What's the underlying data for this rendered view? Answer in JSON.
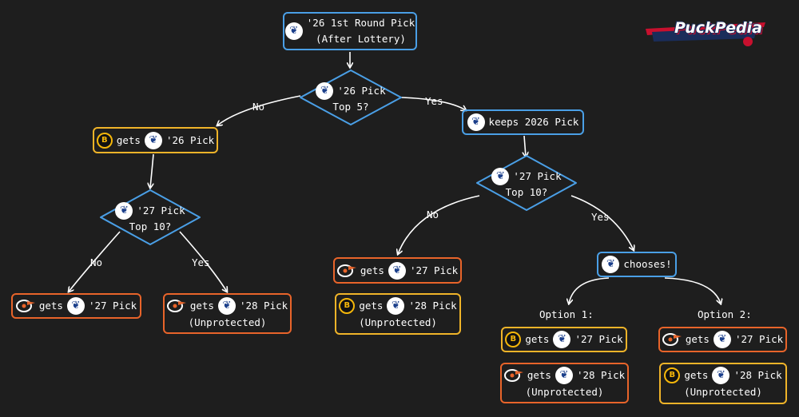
{
  "brand": {
    "name": "PuckPedia"
  },
  "nodes": {
    "root": {
      "line1": "'26 1st Round Pick",
      "line2": "(After Lottery)"
    },
    "q1": {
      "line1": "'26 Pick",
      "line2": "Top 5?"
    },
    "bos26": {
      "team": "gets",
      "pick": "'26 Pick"
    },
    "keep26": {
      "text": "keeps 2026 Pick"
    },
    "qA": {
      "line1": "'27 Pick",
      "line2": "Top 10?"
    },
    "qB": {
      "line1": "'27 Pick",
      "line2": "Top 10?"
    },
    "leafA1": {
      "text": "gets",
      "pick": "'27 Pick"
    },
    "leafA2": {
      "text": "gets",
      "pick": "'28 Pick",
      "line2": "(Unprotected)"
    },
    "leafB1": {
      "text": "gets",
      "pick": "'27 Pick"
    },
    "leafB2": {
      "text": "gets",
      "pick": "'28 Pick",
      "line2": "(Unprotected)"
    },
    "chooses": {
      "text": "chooses!"
    },
    "opt1a": {
      "text": "gets",
      "pick": "'27 Pick"
    },
    "opt1b": {
      "text": "gets",
      "pick": "'28 Pick",
      "line2": "(Unprotected)"
    },
    "opt2a": {
      "text": "gets",
      "pick": "'27 Pick"
    },
    "opt2b": {
      "text": "gets",
      "pick": "'28 Pick",
      "line2": "(Unprotected)"
    }
  },
  "edge_labels": {
    "q1_no": "No",
    "q1_yes": "Yes",
    "qA_no": "No",
    "qA_yes": "Yes",
    "qB_no": "No",
    "qB_yes": "Yes",
    "option1": "Option 1:",
    "option2": "Option 2:"
  },
  "colors": {
    "toronto": "#4a9fe6",
    "philadelphia": "#e8642a",
    "boston": "#f0b429",
    "background": "#1e1e1e"
  },
  "icons": {
    "toronto": "maple-leaf-icon",
    "philadelphia": "flyers-logo-icon",
    "boston": "bruins-logo-icon"
  }
}
